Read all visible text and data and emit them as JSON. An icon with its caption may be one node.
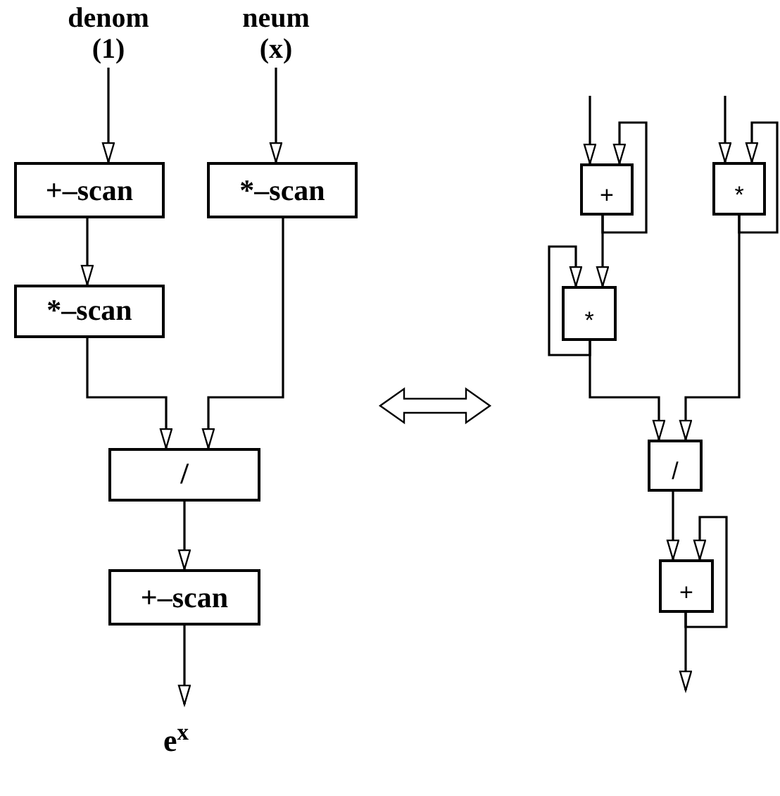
{
  "diagram": {
    "nodes": [
      {
        "text": [
          "denom (1)"
        ]
      },
      {
        "text": [
          "neum (x)"
        ]
      },
      {
        "text": [
          "+–scan"
        ]
      },
      {
        "text": [
          "*–scan"
        ]
      },
      {
        "text": [
          "*–scan"
        ]
      },
      {
        "text": [
          "/"
        ]
      },
      {
        "text": [
          "+–scan"
        ]
      },
      {
        "text": [
          "e$^{x}$"
        ]
      },
      {
        "text": [
          "+"
        ]
      },
      {
        "text": [
          "*"
        ]
      },
      {
        "text": [
          "*"
        ]
      },
      {
        "text": [
          "/"
        ]
      },
      {
        "text": [
          "+"
        ]
      }
    ],
    "edges": [
      {
        "from": 0,
        "to": 2,
        "arrow": "to"
      },
      {
        "from": 1,
        "to": 3,
        "arrow": "to"
      },
      {
        "from": 2,
        "to": 4,
        "arrow": "to"
      },
      {
        "from": 4,
        "to": 5,
        "arrow": "to"
      },
      {
        "from": 3,
        "to": 5,
        "arrow": "to"
      },
      {
        "from": 5,
        "to": 6,
        "arrow": "to"
      },
      {
        "from": 6,
        "to": 7,
        "arrow": "to"
      },
      {
        "from": null,
        "to": 8,
        "arrow": "to"
      },
      {
        "from": 8,
        "to": 8,
        "arrow": "to"
      },
      {
        "from": 8,
        "to": 10,
        "arrow": "to"
      },
      {
        "from": 10,
        "to": 10,
        "arrow": "to"
      },
      {
        "from": null,
        "to": 9,
        "arrow": "to"
      },
      {
        "from": 9,
        "to": 9,
        "arrow": "to"
      },
      {
        "from": 9,
        "to": 11,
        "arrow": "to"
      },
      {
        "from": 10,
        "to": 11,
        "arrow": "to"
      },
      {
        "from": 11,
        "to": 12,
        "arrow": "to"
      },
      {
        "from": 12,
        "to": 12,
        "arrow": "to"
      },
      {
        "from": 12,
        "to": null,
        "arrow": "to"
      }
    ]
  }
}
